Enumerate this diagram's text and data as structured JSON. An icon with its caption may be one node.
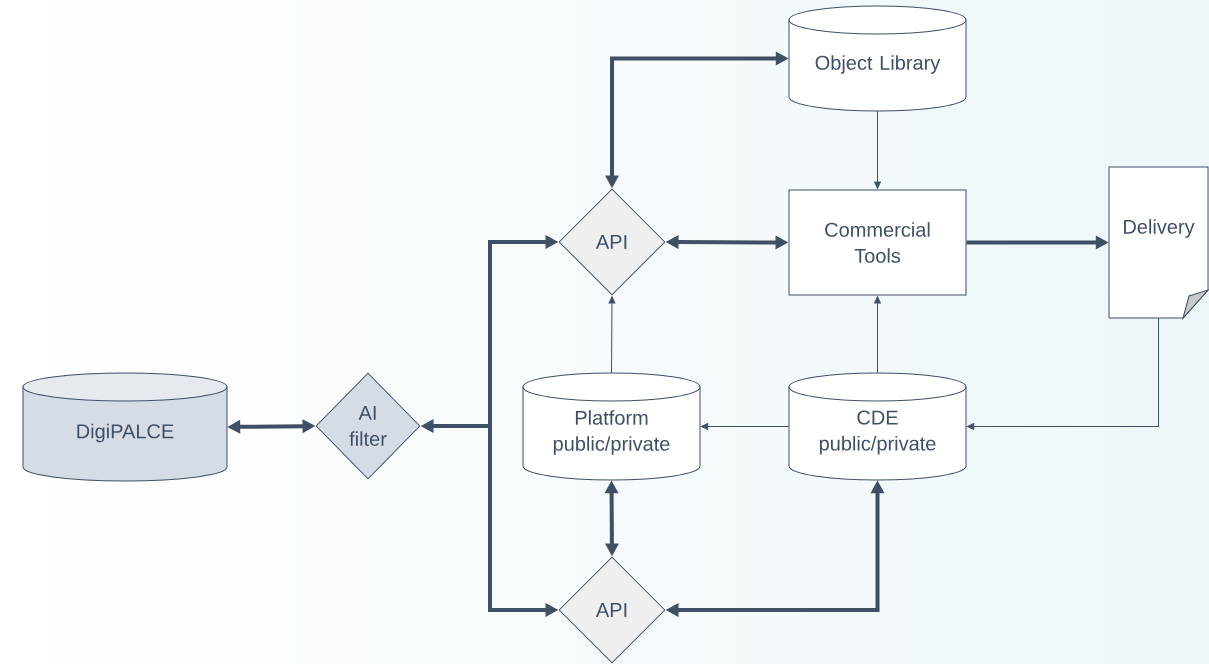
{
  "diagram": {
    "nodes": [
      {
        "text": [
          "Object Library"
        ]
      },
      {
        "text": [
          "API"
        ]
      },
      {
        "text": [
          "Commercial Tools"
        ]
      },
      {
        "text": [
          "Delivery"
        ]
      },
      {
        "text": [
          "DigiPALCE"
        ]
      },
      {
        "text": [
          "AI filter"
        ]
      },
      {
        "text": [
          "Platform public/private"
        ]
      },
      {
        "text": [
          "CDE public/private"
        ]
      },
      {
        "text": [
          "API"
        ]
      }
    ],
    "edges": [
      {
        "from": 1,
        "to": 0,
        "arrow": "both"
      },
      {
        "from": 1,
        "to": 2,
        "arrow": "both"
      },
      {
        "from": 0,
        "to": 2,
        "arrow": "to"
      },
      {
        "from": 2,
        "to": 3,
        "arrow": "to"
      },
      {
        "from": 5,
        "to": 1,
        "arrow": "both"
      },
      {
        "from": 5,
        "to": 8,
        "arrow": "both"
      },
      {
        "from": 6,
        "to": 1,
        "arrow": "to"
      },
      {
        "from": 7,
        "to": 2,
        "arrow": "to"
      },
      {
        "from": 7,
        "to": 6,
        "arrow": "to"
      },
      {
        "from": 3,
        "to": 7,
        "arrow": "to"
      },
      {
        "from": 4,
        "to": 5,
        "arrow": "both"
      },
      {
        "from": 6,
        "to": 8,
        "arrow": "both"
      },
      {
        "from": 8,
        "to": 7,
        "arrow": "both"
      }
    ]
  }
}
